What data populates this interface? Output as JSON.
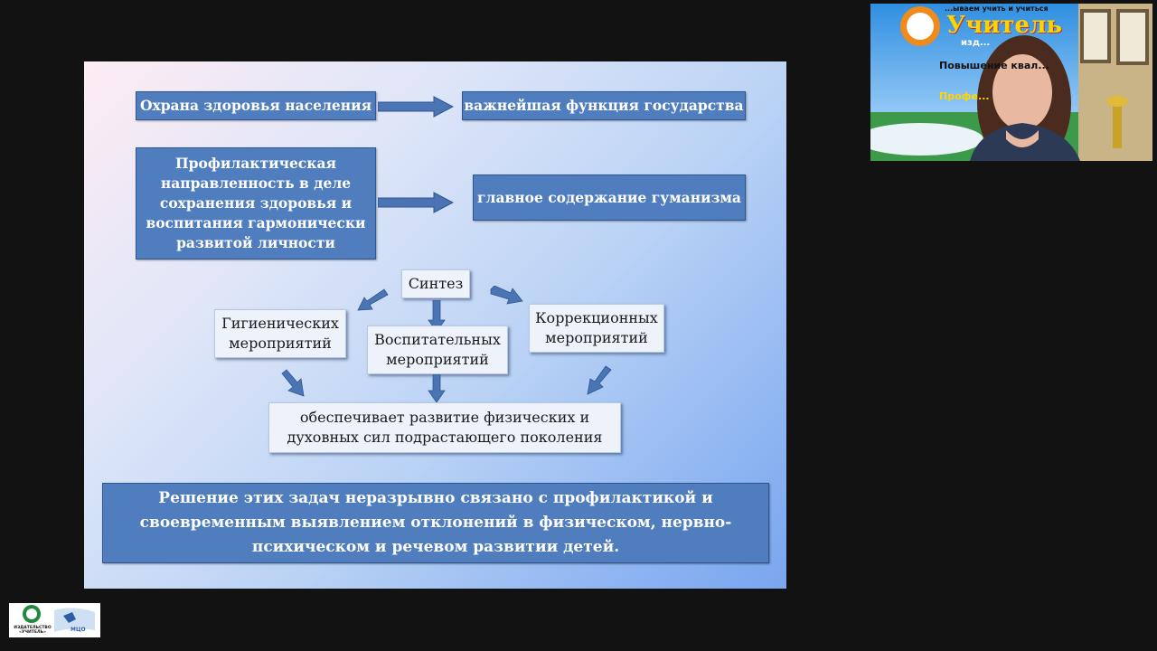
{
  "slide": {
    "row1_left": "Охрана здоровья населения",
    "row1_right": "важнейшая функция государства",
    "row2_left": "Профилактическая направленность в деле сохранения здоровья и воспитания гармонически развитой личности",
    "row2_right": "главное содержание гуманизма",
    "synthesis": "Синтез",
    "hygienic": "Гигиенических мероприятий",
    "educational": "Воспитательных мероприятий",
    "correctional": "Коррекционных мероприятий",
    "result": "обеспечивает развитие физических и духовных сил подрастающего поколения",
    "conclusion": "Решение этих задач неразрывно связано с профилактикой и своевременным выявлением отклонений в физическом, нервно-психическом и речевом развитии детей."
  },
  "webcam": {
    "banner_top": "...ываем учить и учиться",
    "banner_brand": "Учитель",
    "banner_sub": "изд...",
    "banner_line1": "Повышение квал...",
    "banner_line2": "Профе...",
    "accent": "#ffd400"
  },
  "logo": {
    "label": "ИЗДАТЕЛЬСТВО «УЧИТЕЛЬ»",
    "mark": "МЦО"
  },
  "colors": {
    "dark_box": "#4f7dbd",
    "light_box": "#eef3fb",
    "arrow": "#4a74b4",
    "background": "#121212"
  }
}
